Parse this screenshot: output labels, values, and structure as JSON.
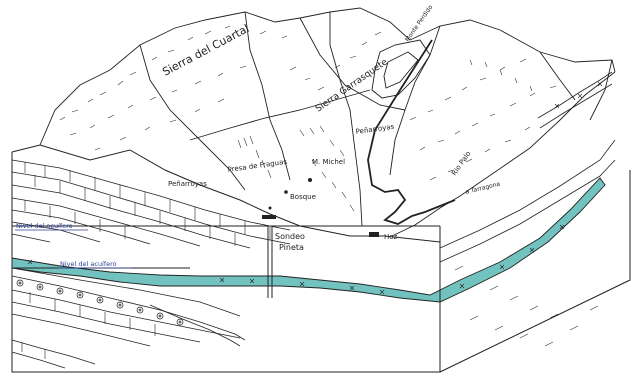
{
  "labels": {
    "sierra_cuartal": "Sierra del Cuartal",
    "sierra_garrasquete": "Sierra Garrasquete",
    "penarroyas_left": "Peñarroyas",
    "penarroyas_right": "Peñarroyas",
    "presa": "Presa de Fraguas",
    "michelin": "M. Michel",
    "bosque": "Bosque",
    "rio_palo": "Rio Palo",
    "tarragona": "a Tarragona",
    "sondeo": "Sondeo",
    "pineta": "Pineta",
    "perdido": "Monte Perdido",
    "nivel_upper": "Nivel del acuífero",
    "nivel_lower": "Nivel del acuífero",
    "town": "Hoz"
  },
  "colors": {
    "aquifer": "#72c3bf",
    "line": "#222222",
    "blue_text": "#2b3f9a"
  }
}
